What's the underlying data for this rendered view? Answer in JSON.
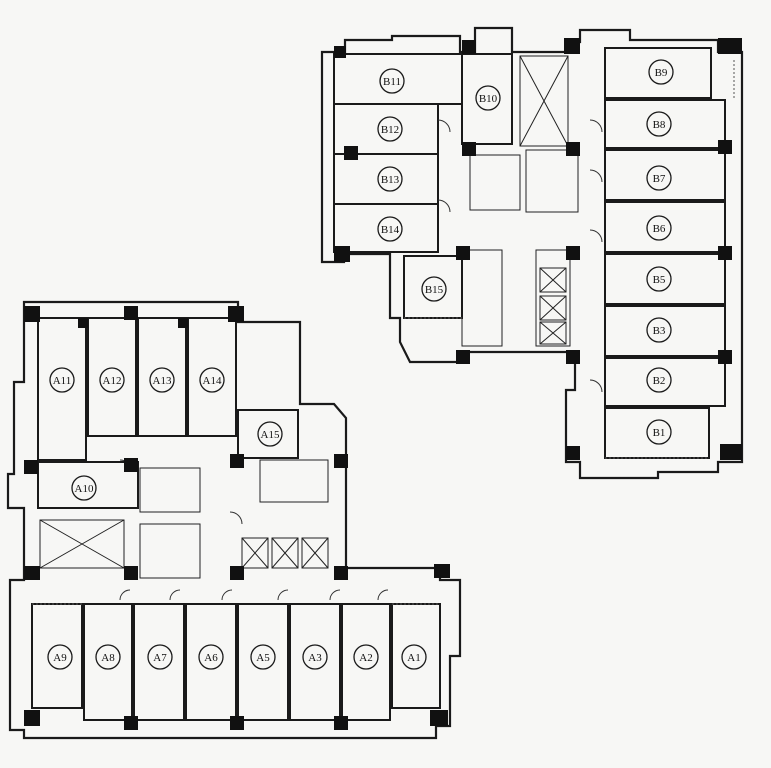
{
  "units": {
    "B11": "B11",
    "B10": "B10",
    "B9": "B9",
    "B12": "B12",
    "B8": "B8",
    "B13": "B13",
    "B7": "B7",
    "B14": "B14",
    "B6": "B6",
    "B15": "B15",
    "B5": "B5",
    "B3": "B3",
    "B2": "B2",
    "B1": "B1",
    "A11": "A11",
    "A12": "A12",
    "A13": "A13",
    "A14": "A14",
    "A15": "A15",
    "A10": "A10",
    "A9": "A9",
    "A8": "A8",
    "A7": "A7",
    "A6": "A6",
    "A5": "A5",
    "A3": "A3",
    "A2": "A2",
    "A1": "A1"
  }
}
